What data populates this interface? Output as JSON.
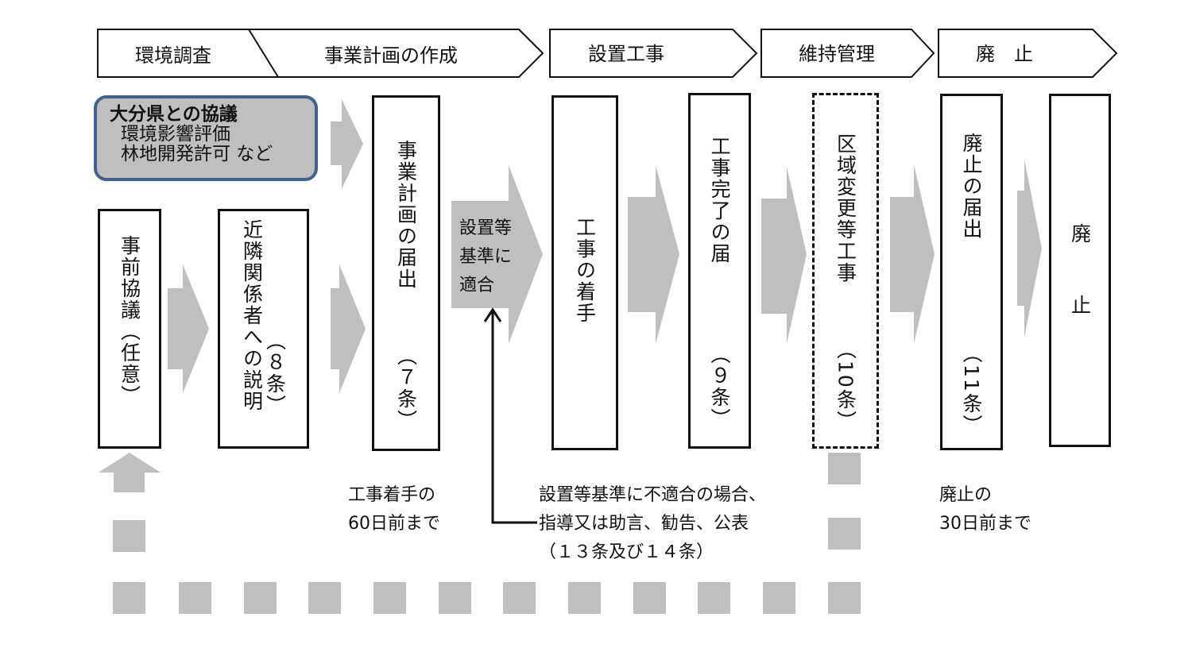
{
  "header": {
    "phases": [
      "環境調査",
      "事業計画の作成",
      "設置工事",
      "維持管理",
      "廃　止"
    ]
  },
  "consult": {
    "title": "大分県との協議",
    "lines": [
      "環境影響評価",
      "林地開発許可  など"
    ]
  },
  "steps": [
    {
      "label": "事前協議（任意）"
    },
    {
      "label": "近隣関係者への説明",
      "article": "（８条）"
    },
    {
      "label": "事業計画の届出",
      "article": "（７条）"
    },
    {
      "label": "工事の着手"
    },
    {
      "label": "工事完了の届",
      "article": "（９条）"
    },
    {
      "label": "区域変更等工事",
      "article": "（10条）"
    },
    {
      "label": "廃止の届出",
      "article": "（11条）"
    },
    {
      "label": "廃　止"
    }
  ],
  "check_arrow": {
    "lines": [
      "設置等",
      "基準に",
      "適合"
    ]
  },
  "notes": {
    "before_work": [
      "工事着手の",
      "60日前まで"
    ],
    "noncompliance": [
      "設置等基準に不適合の場合、",
      "指導又は助言、勧告、公表",
      "（１３条及び１４条）"
    ],
    "before_abolition": [
      "廃止の",
      "30日前まで"
    ]
  },
  "colors": {
    "arrow": "#bfbfbf",
    "consult_border": "#41628a"
  }
}
